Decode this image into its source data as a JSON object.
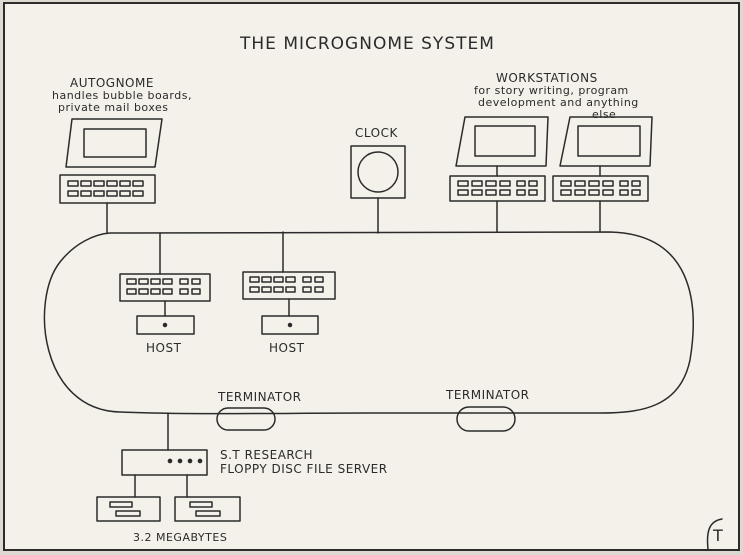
{
  "title": "THE MICROGNOME SYSTEM",
  "autognome": {
    "name": "AUTOGNOME",
    "line1": "handles bubble boards,",
    "line2": "private mail boxes"
  },
  "workstations": {
    "name": "WORKSTATIONS",
    "line1": "for story writing, program",
    "line2": "development and anything",
    "line3": "else"
  },
  "clock": "CLOCK",
  "hosts": [
    "HOST",
    "HOST"
  ],
  "terminators": [
    "TERMINATOR",
    "TERMINATOR"
  ],
  "file_server": {
    "line1": "S.T RESEARCH",
    "line2": "FLOPPY DISC FILE SERVER"
  },
  "storage": "3.2 MEGABYTES",
  "corner_mark": "T",
  "colors": {
    "paper": "#f3f1ea",
    "ink": "#2b2b2b",
    "background": "#ddd9d0"
  }
}
